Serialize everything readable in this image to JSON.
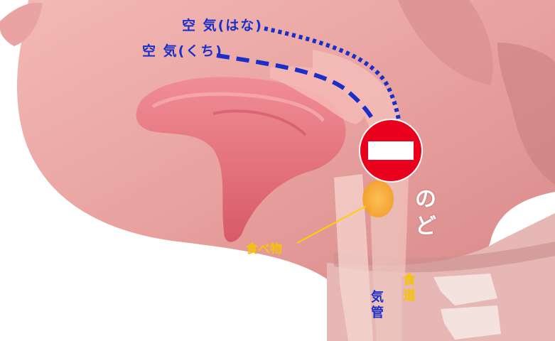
{
  "labels": {
    "air_nose": "空 気(はな)",
    "air_mouth": "空 気(くち)",
    "food": "食べ物",
    "throat": "のど",
    "trachea": "気管",
    "esophagus": "食道"
  },
  "icons": {
    "blocked": "no-entry-icon"
  },
  "colors": {
    "air_line": "#1a2fc8",
    "food_label": "#f6c400",
    "stop_sign": "#e8001c",
    "skin": "#e9a3a3"
  }
}
